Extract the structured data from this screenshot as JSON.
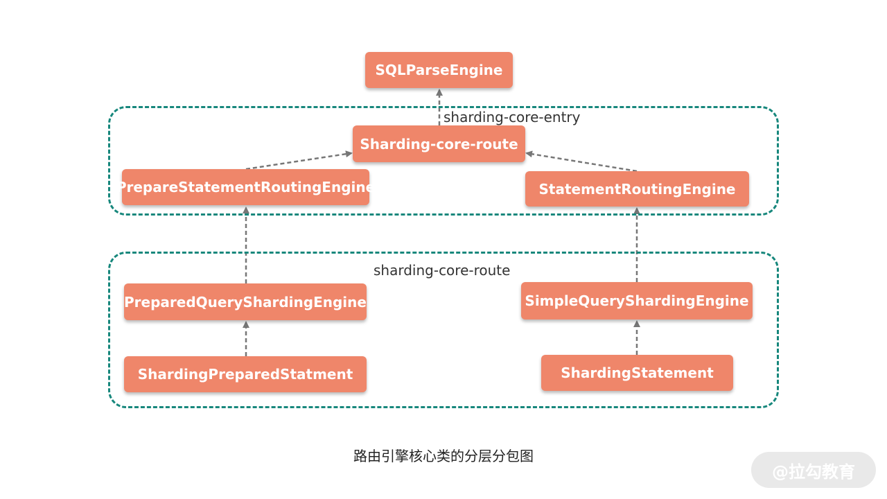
{
  "groups": {
    "entry": {
      "label": "sharding-core-entry"
    },
    "route": {
      "label": "sharding-core-route"
    }
  },
  "nodes": {
    "sql_parse_engine": "SQLParseEngine",
    "sharding_core_route": "Sharding-core-route",
    "prepare_statement_routing_engine": "PrepareStatementRoutingEngine",
    "statement_routing_engine": "StatementRoutingEngine",
    "prepared_query_sharding_engine": "PreparedQueryShardingEngine",
    "simple_query_sharding_engine": "SimpleQueryShardingEngine",
    "sharding_prepared_statment": "ShardingPreparedStatment",
    "sharding_statement": "ShardingStatement"
  },
  "caption": "路由引擎核心类的分层分包图",
  "watermark": "@拉勾教育",
  "colors": {
    "node_fill": "#ef866a",
    "group_border": "#17877c",
    "arrow": "#777777"
  }
}
